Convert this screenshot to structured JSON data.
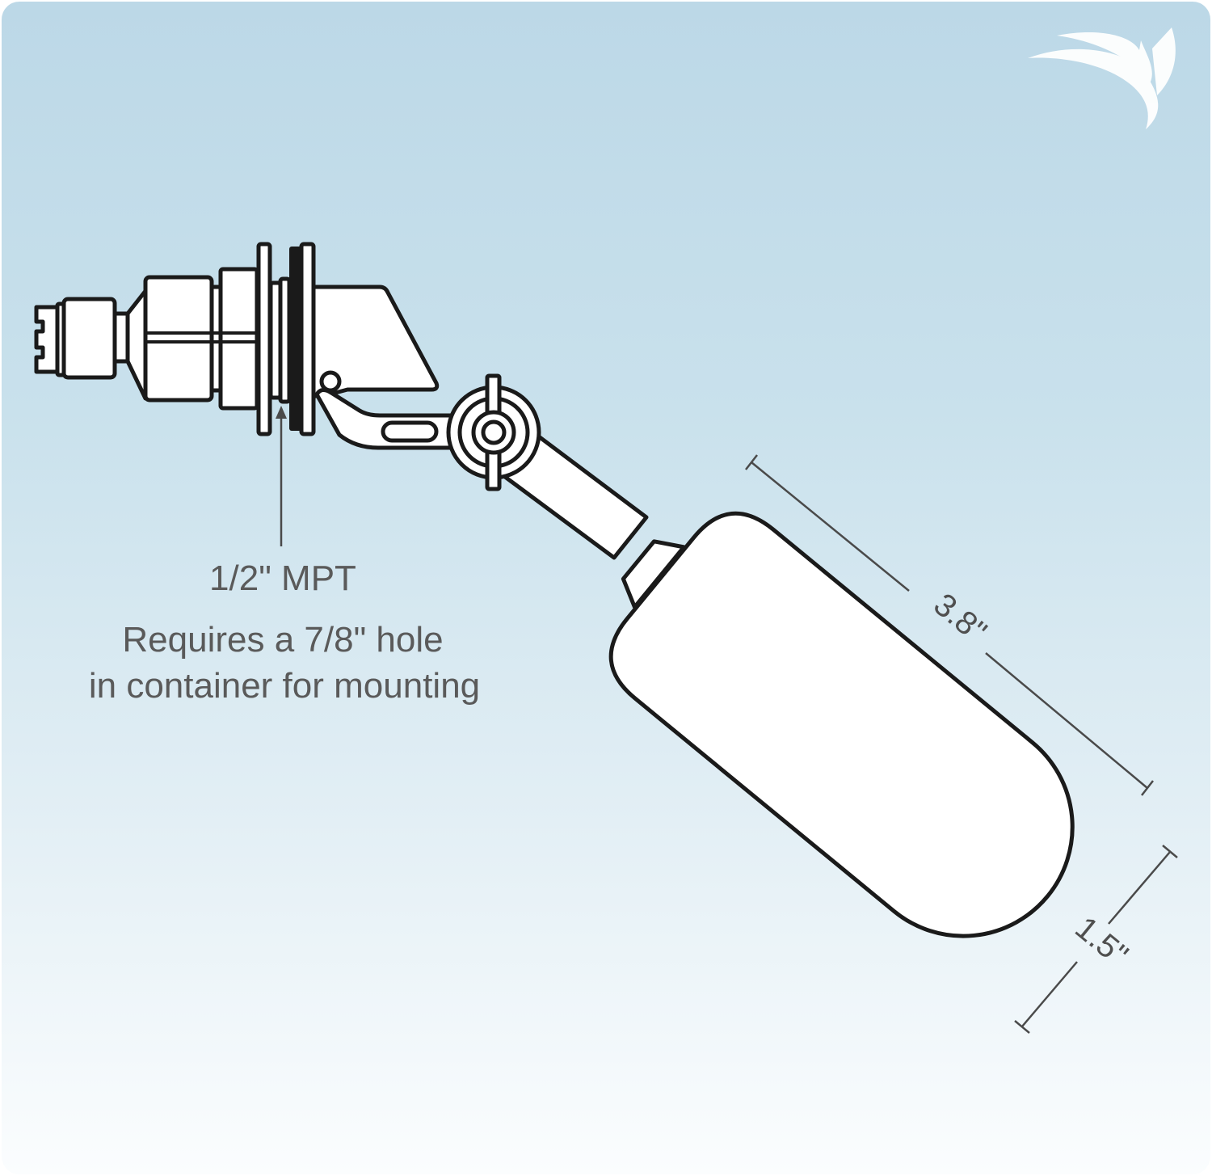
{
  "background": {
    "top_color": "#bcd8e7",
    "bottom_color": "#fbfdfe"
  },
  "logo": {
    "icon": "brand-swoosh-logo",
    "color": "#ffffff"
  },
  "callouts": {
    "thread": "1/2\" MPT",
    "mounting_line1": "Requires a 7/8\" hole",
    "mounting_line2": "in container for mounting"
  },
  "dimensions": {
    "float_length": "3.8\"",
    "float_diameter": "1.5\""
  },
  "colors": {
    "outline": "#1a1a1a",
    "text": "#5a5a5a",
    "dimension": "#4a4a4a"
  }
}
